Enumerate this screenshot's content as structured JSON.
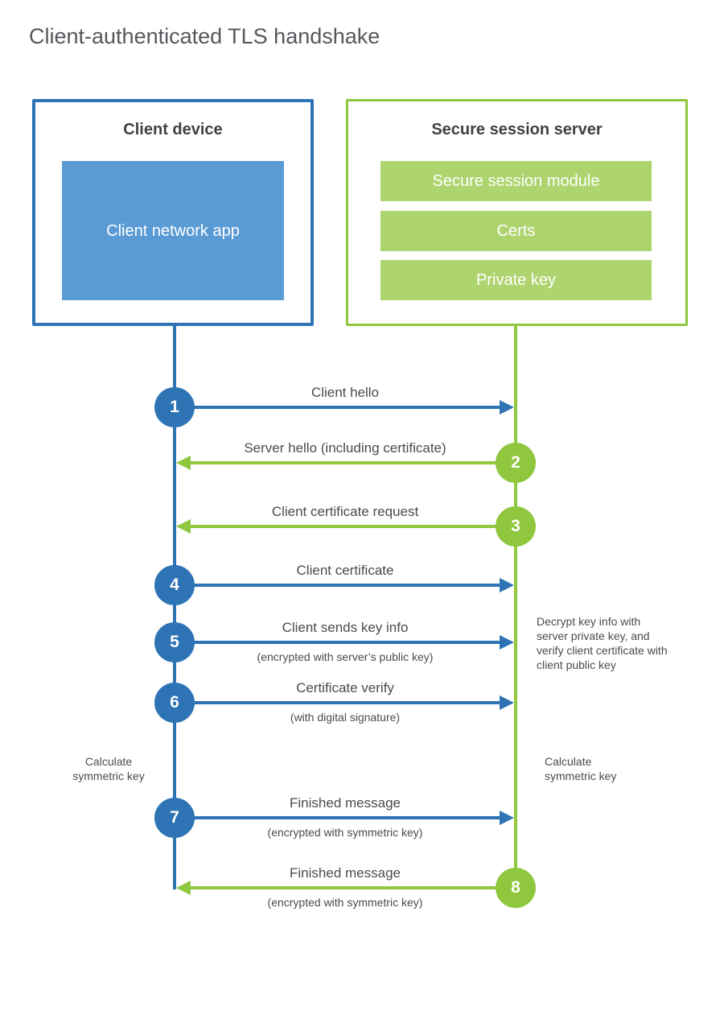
{
  "title": "Client-authenticated TLS handshake",
  "colors": {
    "blue": "#2E74B5",
    "light_blue": "#5B9BD5",
    "green": "#8FC73E",
    "light_green": "#AED46F"
  },
  "client": {
    "title": "Client device",
    "app_label": "Client network app"
  },
  "server": {
    "title": "Secure session server",
    "modules": [
      "Secure session module",
      "Certs",
      "Private key"
    ]
  },
  "steps": [
    {
      "num": "1",
      "label": "Client hello",
      "sublabel": "",
      "direction": "right",
      "from": "client"
    },
    {
      "num": "2",
      "label": "Server hello (including certificate)",
      "sublabel": "",
      "direction": "left",
      "from": "server"
    },
    {
      "num": "3",
      "label": "Client certificate request",
      "sublabel": "",
      "direction": "left",
      "from": "server"
    },
    {
      "num": "4",
      "label": "Client certificate",
      "sublabel": "",
      "direction": "right",
      "from": "client"
    },
    {
      "num": "5",
      "label": "Client sends key info",
      "sublabel": "(encrypted with server’s public key)",
      "direction": "right",
      "from": "client"
    },
    {
      "num": "6",
      "label": "Certificate verify",
      "sublabel": "(with digital signature)",
      "direction": "right",
      "from": "client"
    },
    {
      "num": "7",
      "label": "Finished message",
      "sublabel": "(encrypted with symmetric key)",
      "direction": "right",
      "from": "client"
    },
    {
      "num": "8",
      "label": "Finished message",
      "sublabel": "(encrypted with symmetric key)",
      "direction": "left",
      "from": "server"
    }
  ],
  "annotations": {
    "decrypt_note": "Decrypt key info with server private key, and verify client certificate with client public key",
    "calc_left": "Calculate symmetric key",
    "calc_right": "Calculate symmetric key"
  }
}
